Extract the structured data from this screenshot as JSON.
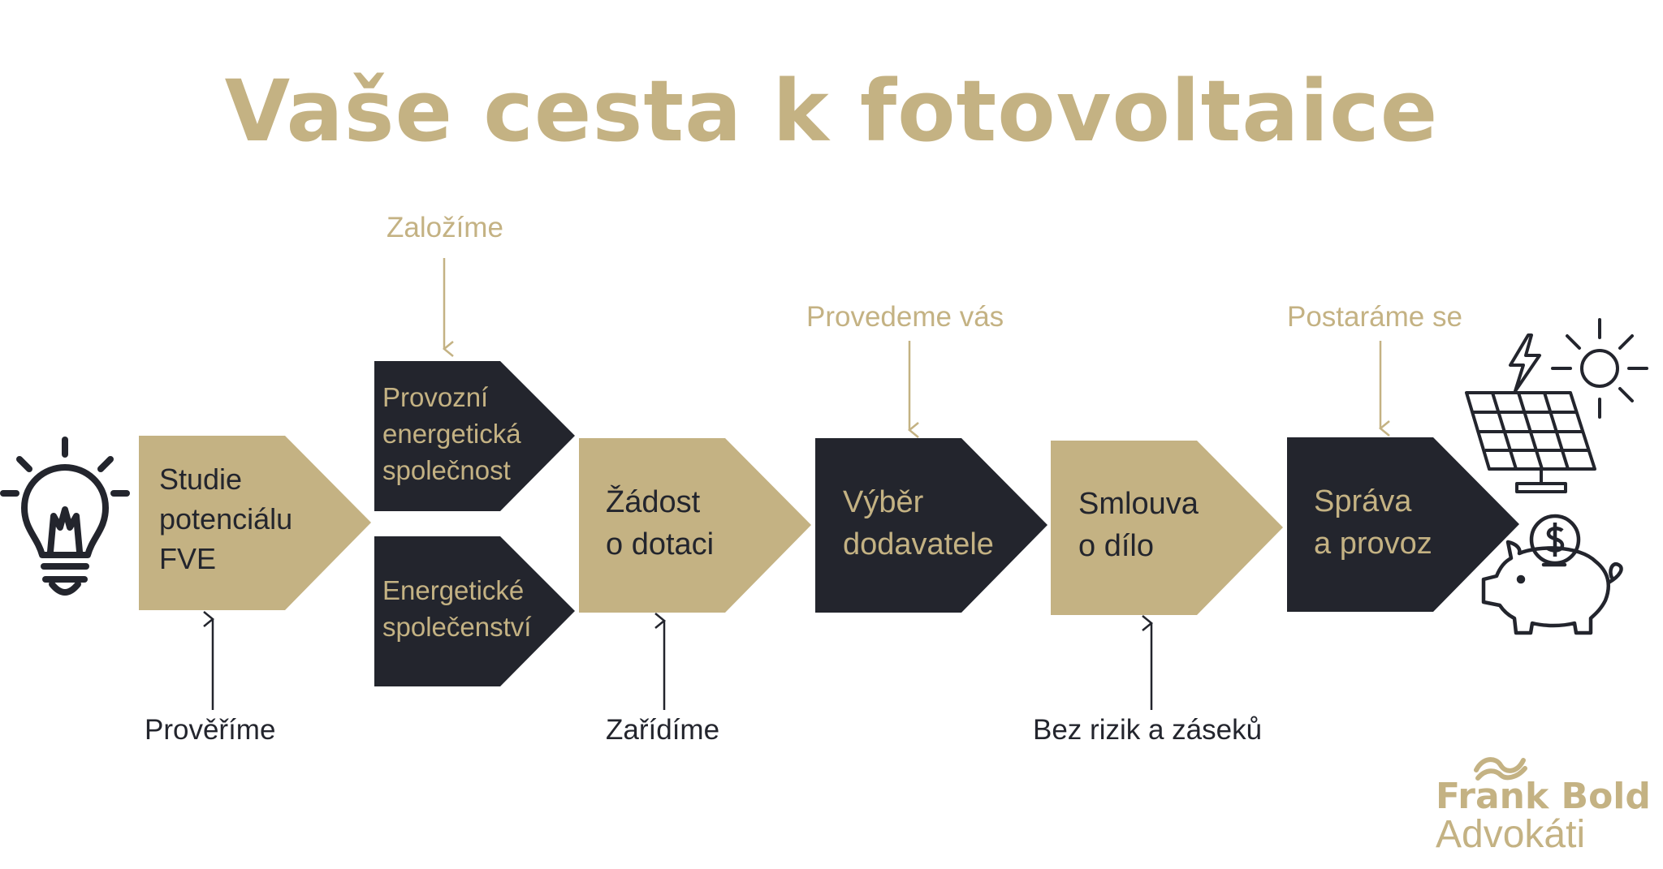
{
  "colors": {
    "gold": "#c4b283",
    "dark": "#23252d",
    "line": "#2b2b2b",
    "white": "#ffffff"
  },
  "title": "Vaše cesta k fotovoltaice",
  "steps": [
    {
      "id": "studie",
      "lines": [
        "Studie",
        "potenciálu",
        "FVE"
      ],
      "fill": "gold",
      "text_color": "dark",
      "label_above": "",
      "label_below": "Prověříme"
    },
    {
      "id": "provozni",
      "lines": [
        "Provozní",
        "energetická",
        "společnost"
      ],
      "fill": "dark",
      "text_color": "gold",
      "label_above": "Založíme",
      "label_below": ""
    },
    {
      "id": "komunita",
      "lines": [
        "Energetické",
        "společenství"
      ],
      "fill": "dark",
      "text_color": "gold",
      "label_above": "",
      "label_below": ""
    },
    {
      "id": "zadost",
      "lines": [
        "Žádost",
        "o dotaci"
      ],
      "fill": "gold",
      "text_color": "dark",
      "label_above": "",
      "label_below": "Zařídíme"
    },
    {
      "id": "vyber",
      "lines": [
        "Výběr",
        "dodavatele"
      ],
      "fill": "dark",
      "text_color": "gold",
      "label_above": "Provedeme vás",
      "label_below": ""
    },
    {
      "id": "smlouva",
      "lines": [
        "Smlouva",
        "o dílo"
      ],
      "fill": "gold",
      "text_color": "dark",
      "label_above": "",
      "label_below": "Bez rizik a záseků"
    },
    {
      "id": "sprava",
      "lines": [
        "Správa",
        "a provoz"
      ],
      "fill": "dark",
      "text_color": "gold",
      "label_above": "Postaráme se",
      "label_below": ""
    }
  ],
  "icons": [
    "lightbulb-icon",
    "solar-panel-icon",
    "sun-icon",
    "lightning-icon",
    "piggy-bank-icon",
    "coin-icon"
  ],
  "logo": {
    "line1": "Frank Bold",
    "line2": "Advokáti"
  }
}
